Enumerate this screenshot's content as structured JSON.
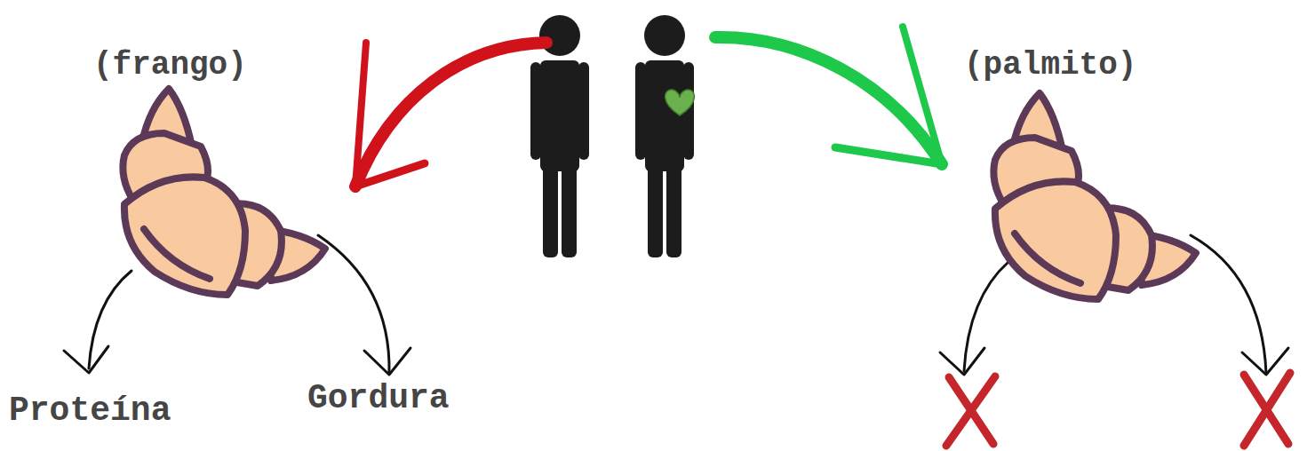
{
  "diagram": {
    "nodes": [
      {
        "text": [
          "(frango)"
        ]
      },
      {
        "text": [
          "(palmito)"
        ]
      }
    ],
    "labels": [
      "Proteína",
      "Gordura"
    ]
  }
}
